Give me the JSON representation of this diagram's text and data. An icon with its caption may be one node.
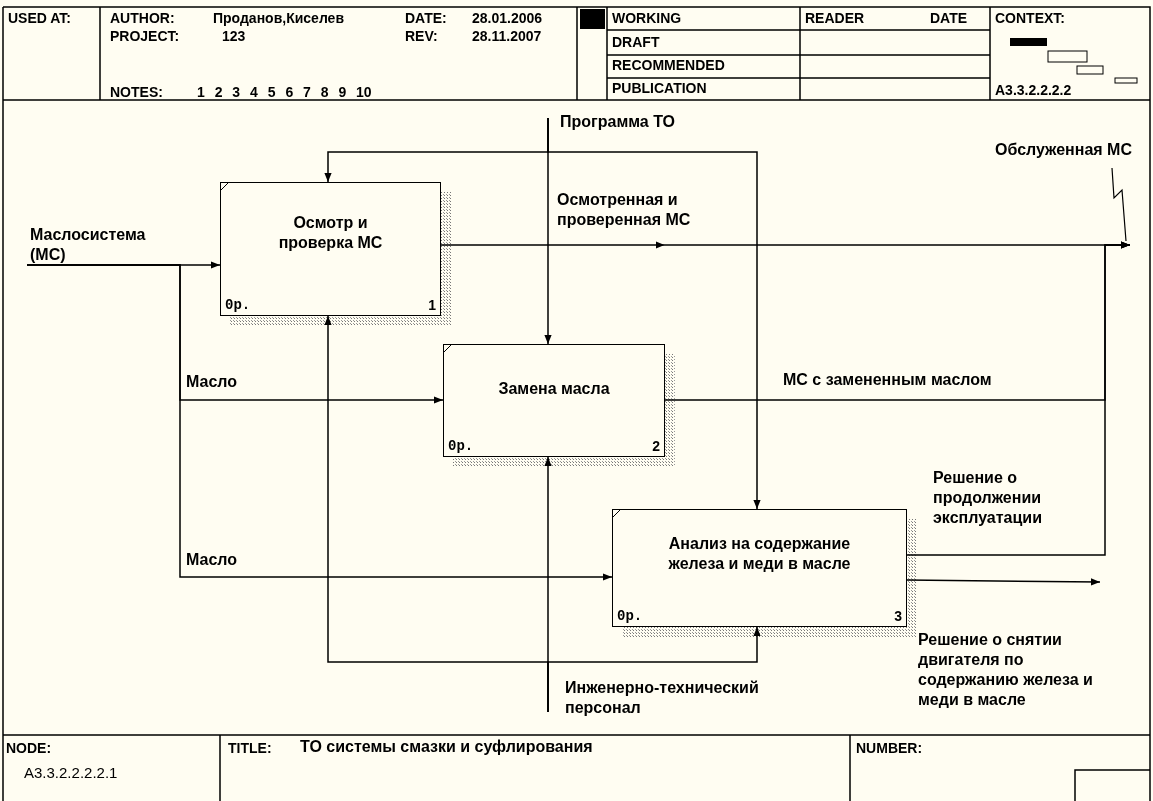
{
  "diagram": {
    "title": "ТО системы смазки и суфлирования",
    "nodes": [
      {
        "text": [
          "Программа ТО"
        ]
      },
      {
        "text": [
          "Обслуженная МС"
        ]
      },
      {
        "text": [
          "Маслосистема (МС)"
        ]
      },
      {
        "text": [
          "Осмотр и проверка МС",
          "0р.",
          "1"
        ]
      },
      {
        "text": [
          "Замена масла",
          "0р.",
          "2"
        ]
      },
      {
        "text": [
          "Анализ на содержание железа и меди в масле",
          "0р.",
          "3"
        ]
      },
      {
        "text": [
          "Инженерно-технический персонал"
        ]
      },
      {
        "text": [
          "Решение о снятии двигателя по содержанию железа и меди в масле"
        ]
      }
    ],
    "edges": [
      {
        "from": 2,
        "to": 3,
        "arrow": "to"
      },
      {
        "from": 2,
        "to": 4,
        "arrow": "to",
        "label": "Масло"
      },
      {
        "from": 2,
        "to": 5,
        "arrow": "to",
        "label": "Масло"
      },
      {
        "from": 0,
        "to": 3,
        "arrow": "to"
      },
      {
        "from": 0,
        "to": 4,
        "arrow": "to"
      },
      {
        "from": 0,
        "to": 5,
        "arrow": "to"
      },
      {
        "from": 3,
        "to": 1,
        "arrow": "to",
        "label": "Осмотренная и проверенная МС"
      },
      {
        "from": 4,
        "to": 1,
        "arrow": "to",
        "label": "МС с замененным маслом"
      },
      {
        "from": 5,
        "to": 1,
        "arrow": "to",
        "label": "Решение о продолжении эксплуатации"
      },
      {
        "from": 5,
        "to": 7,
        "arrow": "to"
      },
      {
        "from": 6,
        "to": 3,
        "arrow": "to"
      },
      {
        "from": 6,
        "to": 4,
        "arrow": "to"
      },
      {
        "from": 6,
        "to": 5,
        "arrow": "to"
      }
    ],
    "labels": [
      "USED AT:",
      "AUTHOR:",
      "Проданов,Киселев",
      "DATE:",
      "28.01.2006",
      "PROJECT:",
      "123",
      "REV:",
      "28.11.2007",
      "NOTES:",
      "1 2 3 4 5 6 7 8 9 10",
      "WORKING",
      "DRAFT",
      "RECOMMENDED",
      "PUBLICATION",
      "READER",
      "DATE",
      "CONTEXT:",
      "A3.3.2.2.2.2",
      "NODE:",
      "A3.3.2.2.2.2.1",
      "TITLE:",
      "NUMBER:"
    ]
  }
}
